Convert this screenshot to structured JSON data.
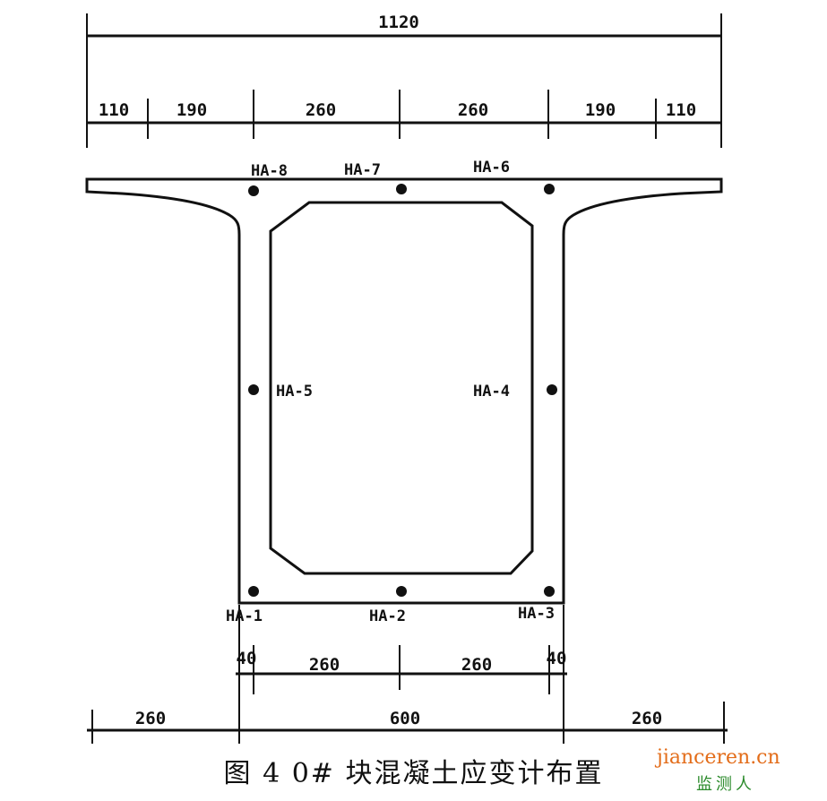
{
  "dimensions": {
    "top_total": "1120",
    "top_segments": [
      "110",
      "190",
      "260",
      "260",
      "190",
      "110"
    ],
    "bottom_inner_segments": [
      "40",
      "260",
      "260",
      "40"
    ],
    "bottom_outer_segments": [
      "260",
      "600",
      "260"
    ]
  },
  "gauges": {
    "ha1": "HA-1",
    "ha2": "HA-2",
    "ha3": "HA-3",
    "ha4": "HA-4",
    "ha5": "HA-5",
    "ha6": "HA-6",
    "ha7": "HA-7",
    "ha8": "HA-8"
  },
  "caption": "图 4  0# 块混凝土应变计布置",
  "watermark": {
    "logo_text": "jianceren.cn",
    "sub_text": "监测人"
  }
}
